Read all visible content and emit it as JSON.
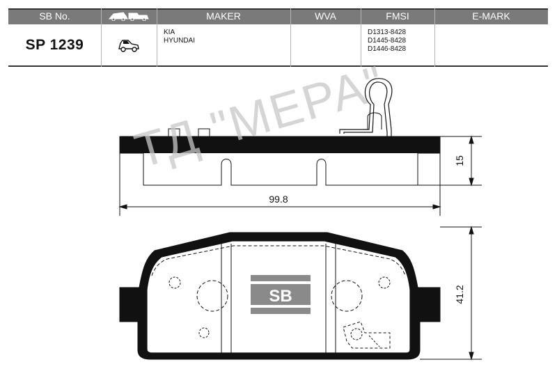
{
  "table": {
    "headers": {
      "sb_no": "SB No.",
      "car_icon": "car-and-truck-icon",
      "maker": "MAKER",
      "wva": "WVA",
      "fmsi": "FMSI",
      "emark": "E-MARK"
    },
    "row": {
      "sb_no": "SP 1239",
      "vehicle_icon": "car-icon",
      "maker_lines": [
        "KIA",
        "HYUNDAI"
      ],
      "wva": "",
      "fmsi_lines": [
        "D1313-8428",
        "D1445-8428",
        "D1446-8428"
      ],
      "emark": ""
    }
  },
  "drawing": {
    "dimensions": {
      "width": "99.8",
      "thickness": "15",
      "height": "41.2"
    },
    "logo_text": "SB",
    "watermark": "ТД \"МЕРА\""
  }
}
